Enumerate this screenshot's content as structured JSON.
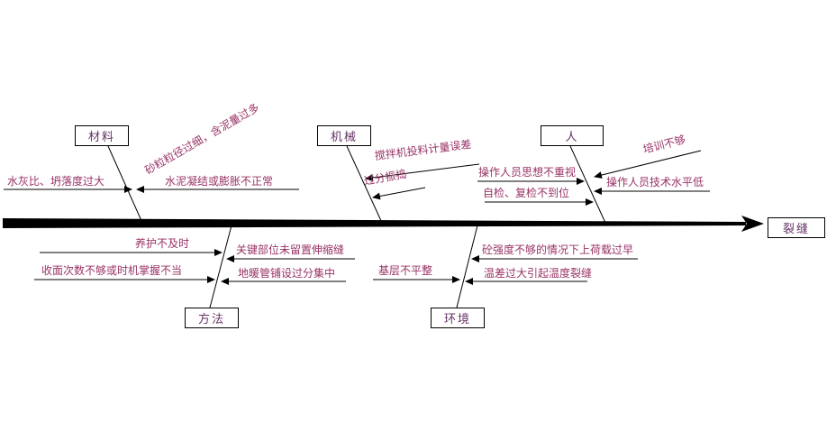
{
  "effect": {
    "label": "裂缝"
  },
  "material": {
    "label": "材料",
    "rotated_cause": "砂粒粒径过细，含泥量过多",
    "causes": [
      "水灰比、坍落度过大",
      "水泥凝结或膨胀不正常"
    ]
  },
  "machine": {
    "label": "机械",
    "causes": [
      "搅拌机投料计量误差",
      "过分振捣"
    ]
  },
  "people": {
    "label": "人",
    "causes": [
      "培训不够",
      "操作人员思想不重视",
      "操作人员技术水平低",
      "自检、复检不到位"
    ]
  },
  "method": {
    "label": "方法",
    "causes": [
      "养护不及时",
      "收面次数不够或时机掌握不当",
      "关键部位未留置伸缩缝",
      "地暖管铺设过分集中"
    ]
  },
  "environment": {
    "label": "环境",
    "causes": [
      "基层不平整",
      "砼强度不够的情况下上荷载过早",
      "温差过大引起温度裂缝"
    ]
  },
  "colors": {
    "cause_text": "#993366",
    "box_text": "#663366",
    "line": "#000000"
  }
}
